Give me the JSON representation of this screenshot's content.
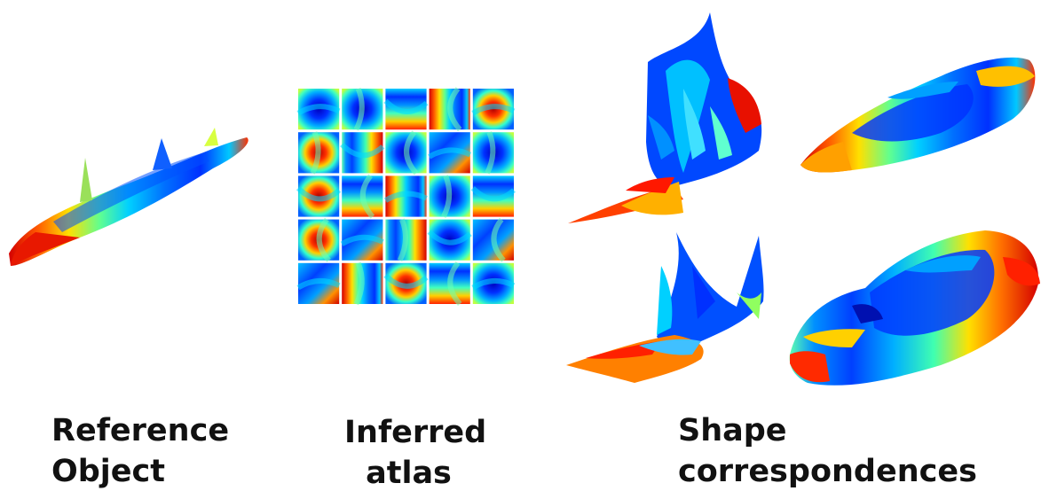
{
  "captions": {
    "reference": [
      "Reference",
      "Object"
    ],
    "atlas": [
      "Inferred",
      "atlas"
    ],
    "correspondences": [
      "Shape",
      "correspondences"
    ]
  },
  "colormap": [
    "#00008f",
    "#0000ff",
    "#0070ff",
    "#00e0ff",
    "#6fff8f",
    "#ffef00",
    "#ff7f00",
    "#ff1000",
    "#800000"
  ],
  "atlas": {
    "rows": 5,
    "cols": 5
  },
  "panels": [
    "reference-object",
    "inferred-atlas",
    "correspondence-top-left",
    "correspondence-top-right",
    "correspondence-bottom-left",
    "correspondence-bottom-right"
  ]
}
